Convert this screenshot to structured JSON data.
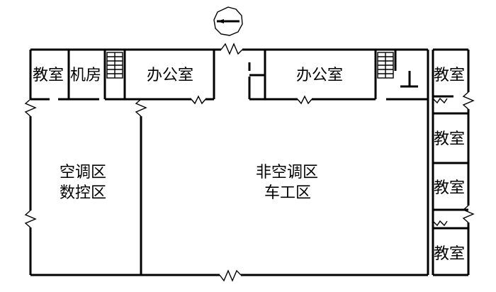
{
  "rooms": {
    "classroom_top_left": "教室",
    "machine_room": "机房",
    "office_left": "办公室",
    "office_right": "办公室",
    "classroom_right_1": "教室",
    "classroom_right_2": "教室",
    "classroom_right_3": "教室",
    "classroom_right_4": "教室",
    "ac_area_line1": "空调区",
    "ac_area_line2": "数控区",
    "non_ac_area_line1": "非空调区",
    "non_ac_area_line2": "车工区"
  },
  "icons": {
    "north": "north-arrow-icon",
    "stairs": "stairs-icon",
    "break": "break-line-icon"
  }
}
